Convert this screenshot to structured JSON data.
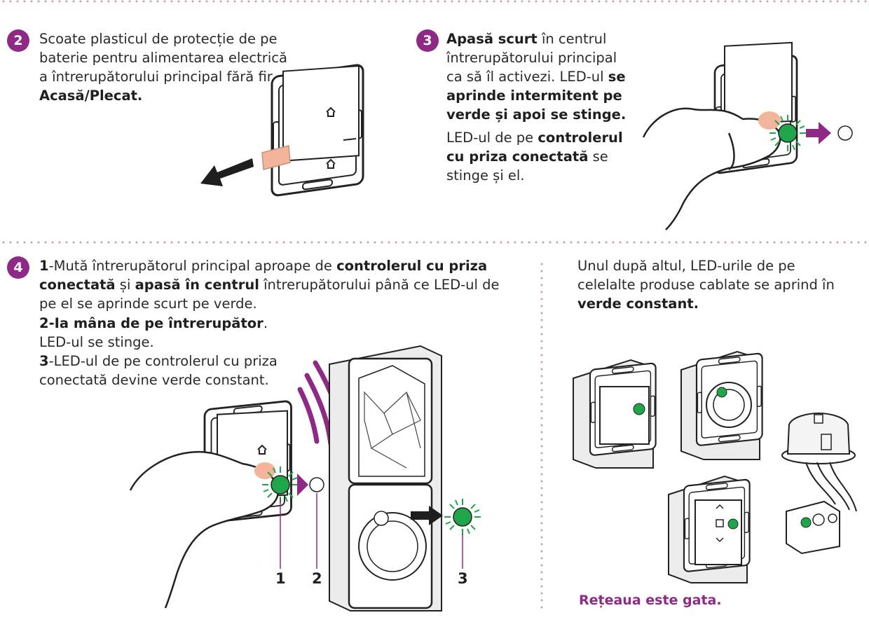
{
  "step2": {
    "number": "2",
    "text_plain": "Scoate plasticul de protecție de pe baterie pentru alimentarea electrică a întrerupătorului principal fără fir",
    "text_bold": "Acasă/Plecat."
  },
  "step3": {
    "number": "3",
    "p1_bold1": "Apasă scurt",
    "p1_plain1": " în centrul întrerupătorului principal ca să îl activezi. LED-ul ",
    "p1_bold2": "se aprinde intermitent pe verde și apoi se stinge.",
    "p2_plain1": "LED-ul de pe ",
    "p2_bold1": "controlerul cu priza conectată",
    "p2_plain2": " se stinge și el."
  },
  "step4": {
    "number": "4",
    "l1_bold_num": "1",
    "l1_plain1": "-Mută întrerupătorul principal aproape de ",
    "l1_bold1": "controlerul cu priza conectată",
    "l1_plain2": " și ",
    "l1_bold2": "apasă în centrul",
    "l1_plain3": " întrerupătorului până ce LED-ul de pe el se aprinde scurt pe verde.",
    "l2_bold": "2-Ia mâna de pe întrerupător",
    "l2_plain": ". LED-ul se stinge.",
    "l3_bold_num": "3",
    "l3_plain": "-LED-ul de pe controlerul cu priza conectată devine verde constant."
  },
  "right_panel": {
    "plain1": "Unul după altul, LED-urile de pe celelalte produse cablate se aprind în ",
    "bold1": "verde constant.",
    "footer": "Rețeaua este gata."
  },
  "callouts": [
    "1",
    "2",
    "3"
  ],
  "colors": {
    "accent": "#8e2a86",
    "led_green": "#1fa64a",
    "skin": "#f2b49a",
    "divider": "#c9a3b3"
  },
  "icons": [
    "switch-device-icon",
    "hand-icon",
    "arrow-icon",
    "led-icon",
    "socket-controller-icon",
    "signal-waves-icon",
    "rotary-dimmer-icon",
    "blind-switch-icon",
    "junction-box-icon"
  ]
}
